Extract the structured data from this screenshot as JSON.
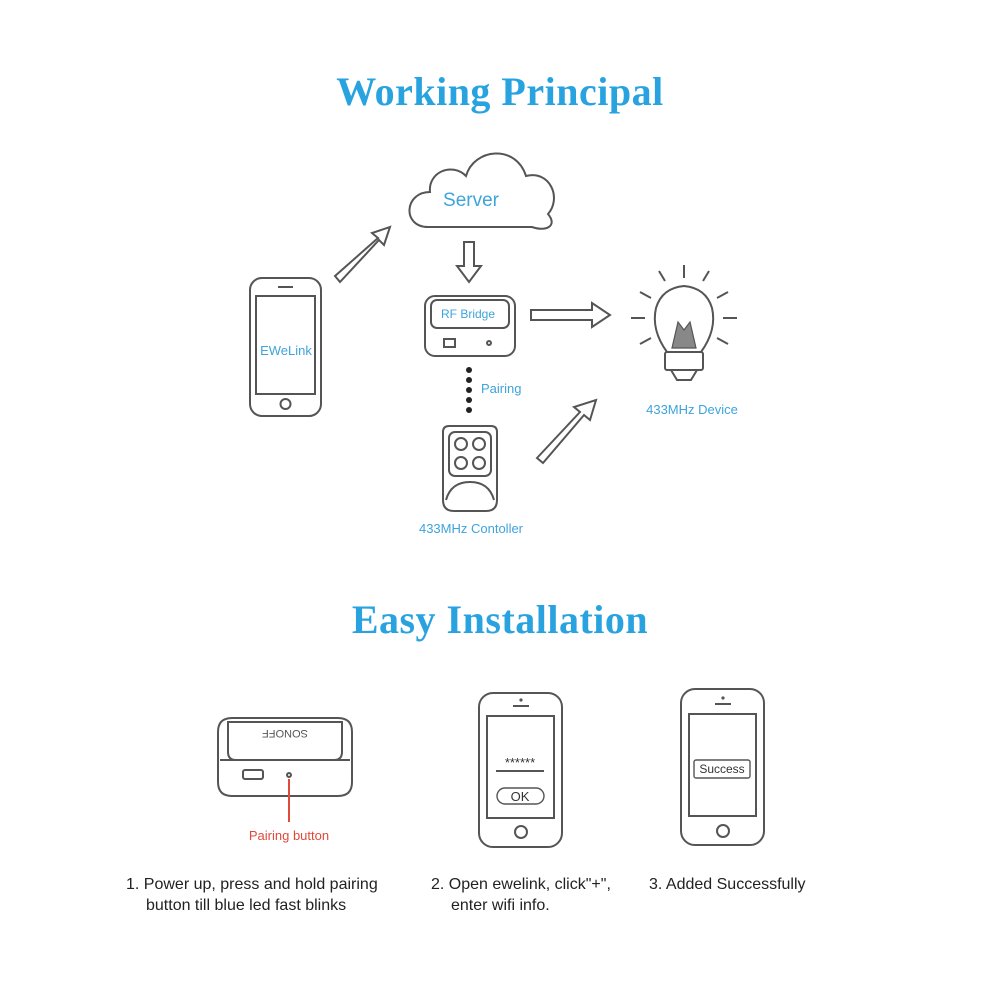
{
  "titles": {
    "working_principal": "Working Principal",
    "easy_installation": "Easy Installation"
  },
  "diagram": {
    "server": "Server",
    "phone_app": "EWeLink",
    "rf_bridge": "RF Bridge",
    "pairing": "Pairing",
    "device": "433MHz Device",
    "controller": "433MHz Contoller"
  },
  "install": {
    "pairing_button": "Pairing button",
    "password_mask": "******",
    "ok_button": "OK",
    "success_label": "Success",
    "steps": [
      {
        "line1": "1. Power up, press and hold pairing",
        "line2": "button till blue led fast blinks"
      },
      {
        "line1": "2. Open ewelink, click\"+\",",
        "line2": "enter wifi info."
      },
      {
        "line1": "3. Added Successfully",
        "line2": ""
      }
    ]
  },
  "colors": {
    "title": "#29a3e0",
    "label": "#3da4dc",
    "pairing_button": "#e04a3a",
    "stroke": "#555555"
  }
}
